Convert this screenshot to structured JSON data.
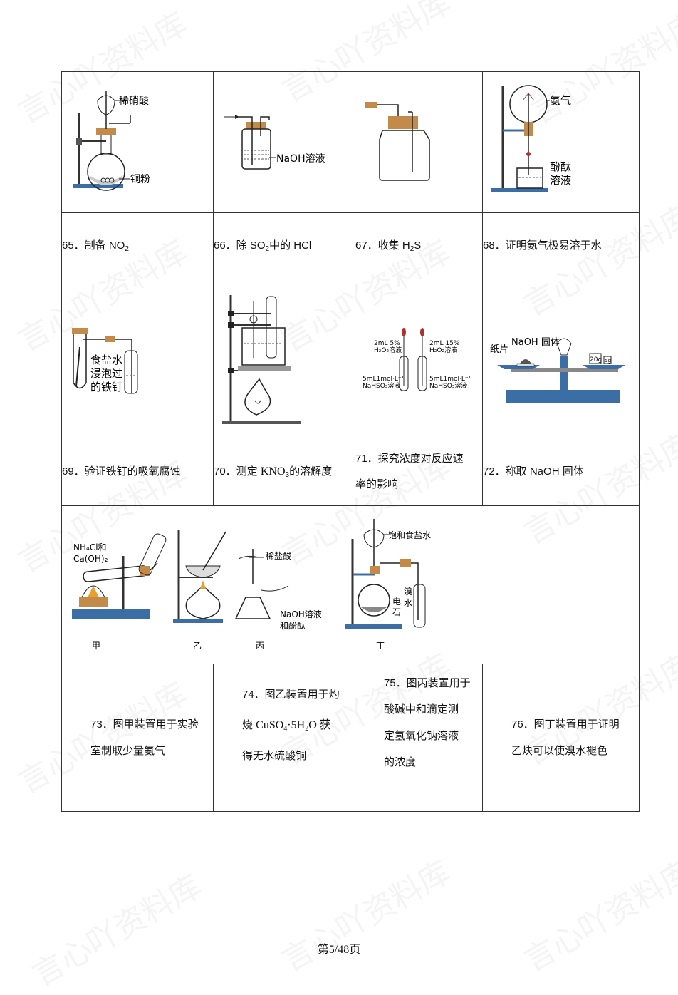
{
  "watermark": "言心吖资料库",
  "row1": {
    "c65": {
      "label_acid": "稀硝酸",
      "label_powder": "铜粉",
      "caption_pre": "65．制备 NO",
      "caption_sub": "2"
    },
    "c66": {
      "label_solution": "NaOH溶液",
      "caption_pre": "66．除 SO",
      "caption_sub": "2",
      "caption_post": "中的 HCl"
    },
    "c67": {
      "caption_pre": "67．收集 H",
      "caption_sub": "2",
      "caption_post": "S"
    },
    "c68": {
      "label_gas": "氨气",
      "label_ind1": "酚酞",
      "label_ind2": "溶液",
      "caption": "68．证明氨气极易溶于水"
    }
  },
  "row2": {
    "c69": {
      "label1": "食盐水",
      "label2": "浸泡过",
      "label3": "的铁钉",
      "caption": "69．验证铁钉的吸氧腐蚀"
    },
    "c70": {
      "caption_pre": "70．测定 ",
      "caption_chem": "KNO",
      "caption_sub": "3",
      "caption_post": "的溶解度"
    },
    "c71": {
      "l1a": "2mL 5%",
      "l1b": "H₂O₂溶液",
      "l2a": "2mL 15%",
      "l2b": "H₂O₂溶液",
      "l3a": "5mL1mol·L⁻¹",
      "l3b": "NaHSO₃溶液",
      "l4a": "5mL1mol·L⁻¹",
      "l4b": "NaHSO₃溶液",
      "caption_line1": "71．探究浓度对反应速",
      "caption_line2": "率的影响"
    },
    "c72": {
      "label_naoh": "NaOH 固体",
      "label_paper": "纸片",
      "w1": "20g",
      "w2": "5g",
      "caption": "72．称取 NaOH 固体"
    }
  },
  "row3": {
    "jia": {
      "reagent1": "NH₄Cl和",
      "reagent2": "Ca(OH)₂",
      "label": "甲"
    },
    "yi": {
      "label": "乙"
    },
    "bing": {
      "acid": "稀盐酸",
      "base1": "NaOH溶液",
      "base2": "和酚酞",
      "label": "丙"
    },
    "ding": {
      "brine": "饱和食盐水",
      "carbide1": "电",
      "carbide2": "石",
      "bromine1": "溴",
      "bromine2": "水",
      "label": "丁"
    }
  },
  "row4": {
    "c73": {
      "line1": "73．图甲装置用于实验",
      "line2": "室制取少量氨气"
    },
    "c74": {
      "line1": "74．图乙装置用于灼",
      "line2_pre": "烧 ",
      "line2_chem": "CuSO",
      "line2_sub1": "4",
      "line2_mid": "·5H",
      "line2_sub2": "2",
      "line2_post": "O 获",
      "line3": "得无水硫酸铜"
    },
    "c75": {
      "line1": "75．图丙装置用于",
      "line2": "酸碱中和滴定测",
      "line3": "定氢氧化钠溶液",
      "line4": "的浓度"
    },
    "c76": {
      "line1": "76．图丁装置用于证明",
      "line2": "乙炔可以使溴水褪色"
    }
  },
  "footer": {
    "page_label": "第5/48页"
  }
}
